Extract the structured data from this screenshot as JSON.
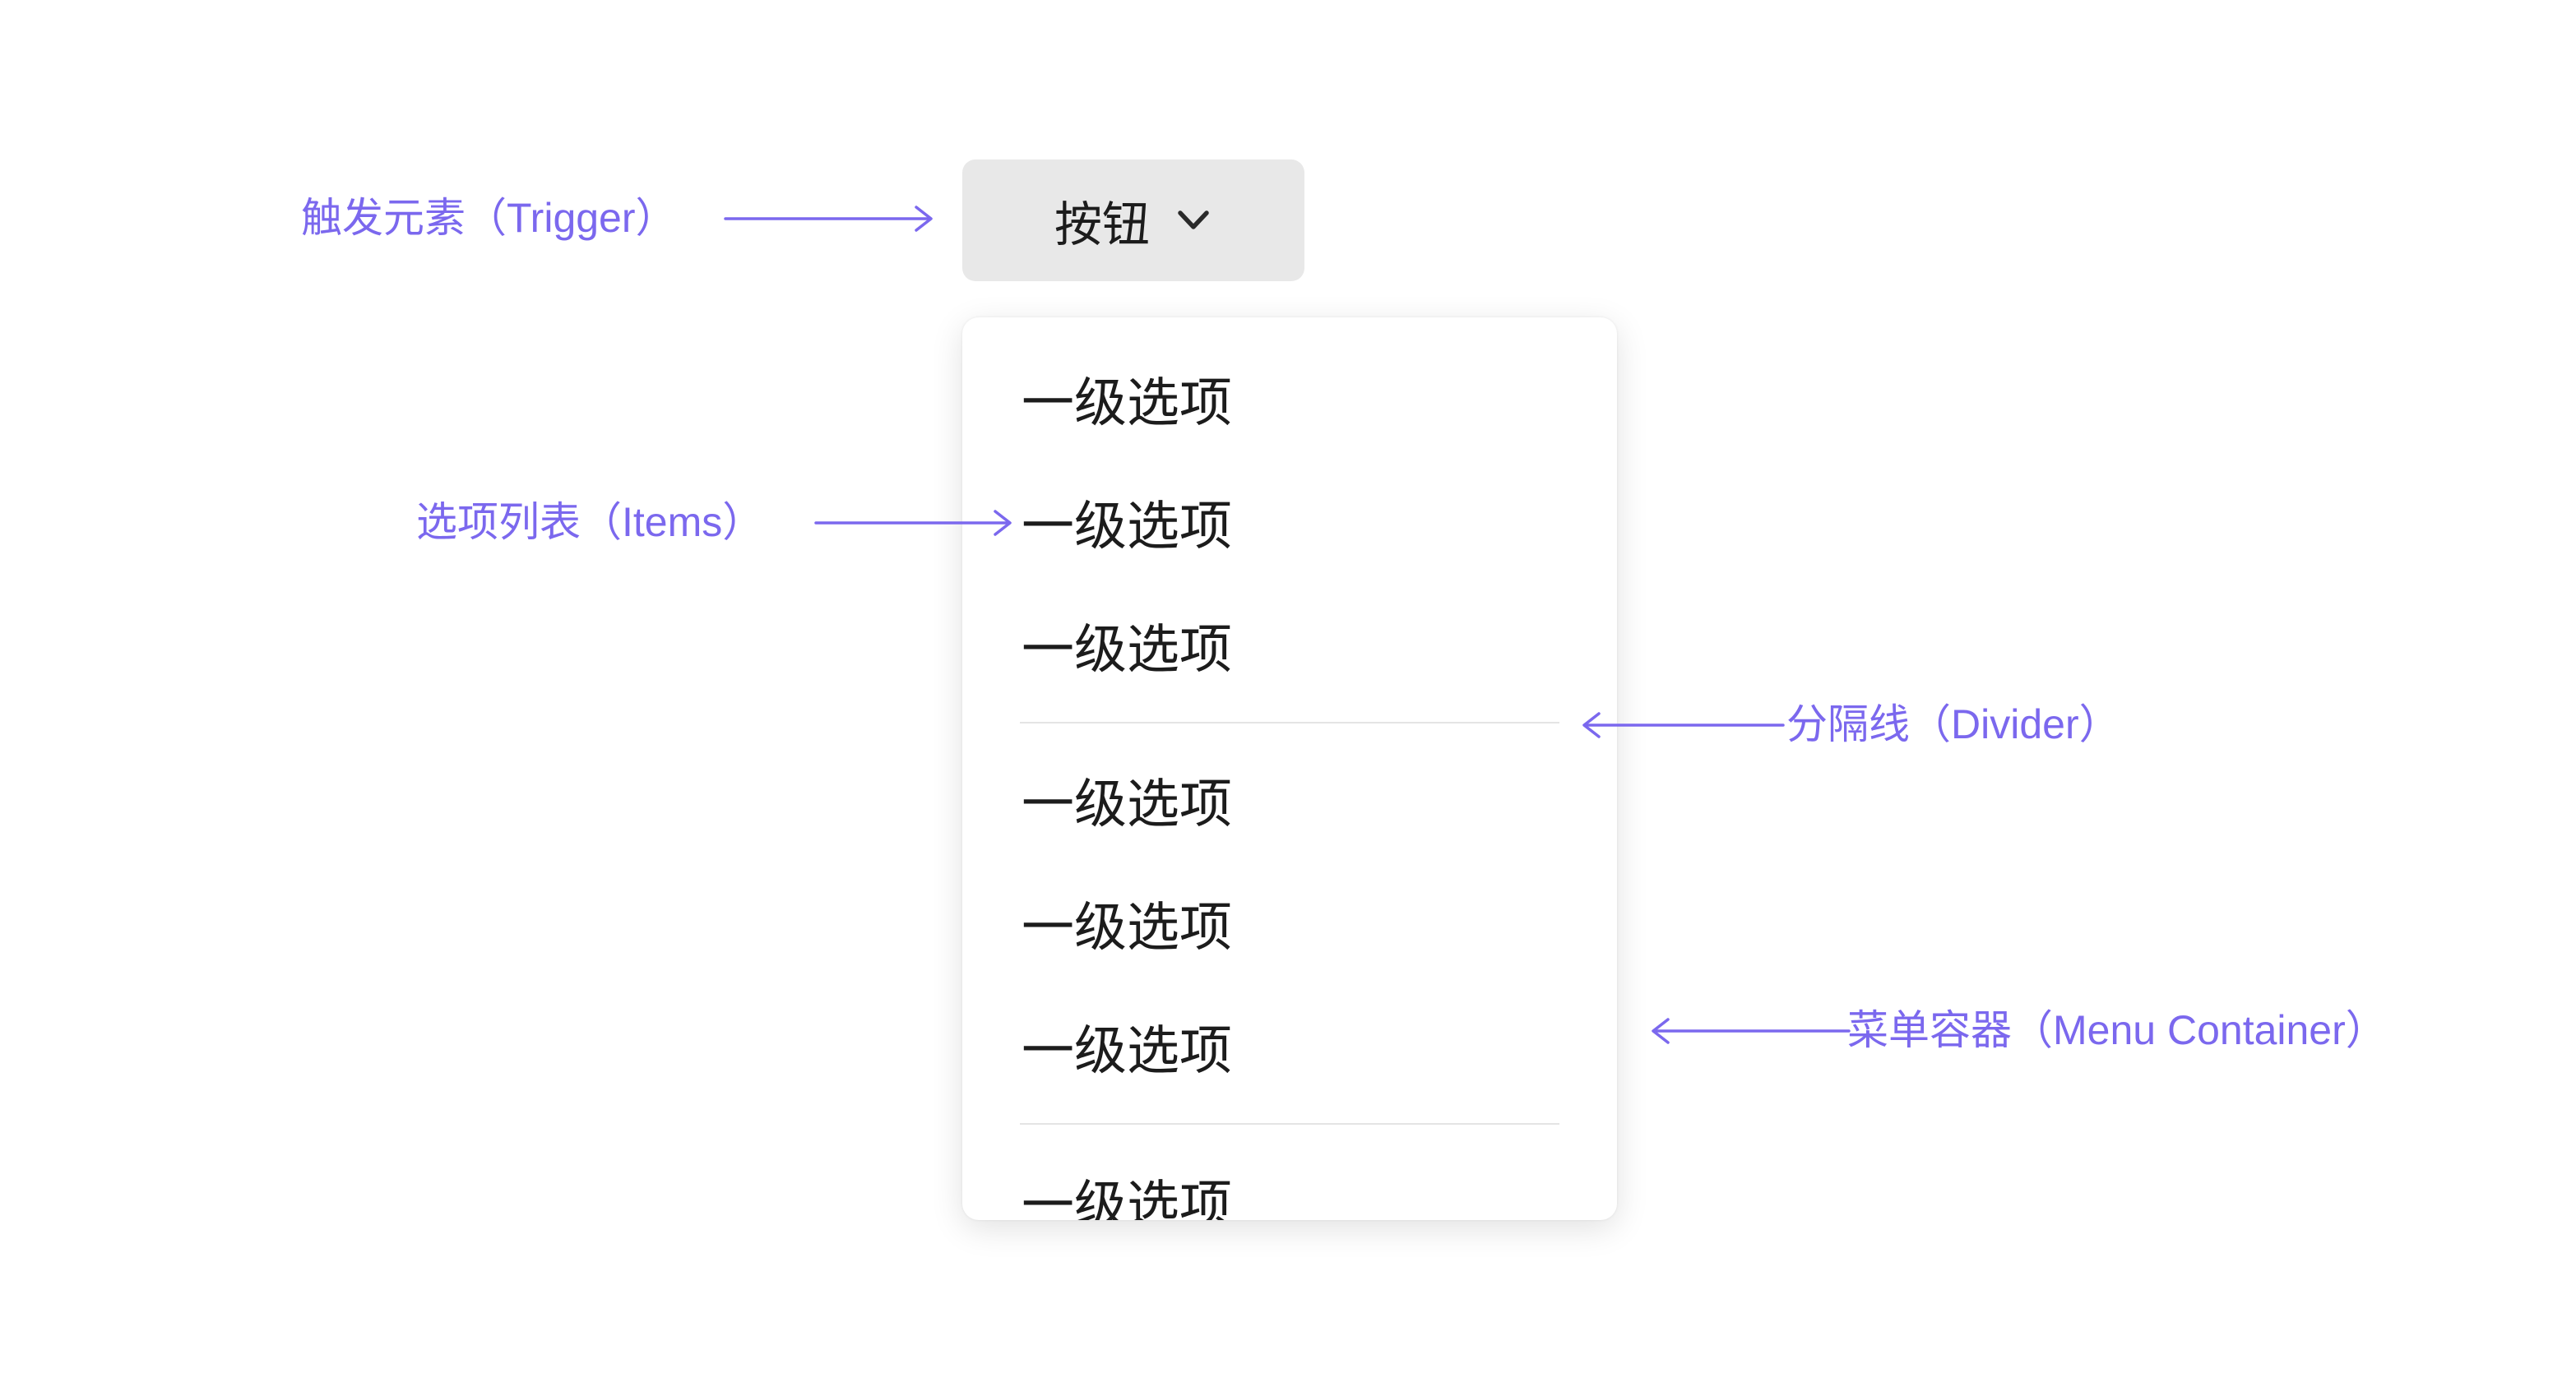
{
  "colors": {
    "accent": "#7b68ee",
    "trigger_background": "#e8e8e8",
    "menu_background": "#ffffff",
    "divider": "#e4e4e4",
    "text": "#1c1c1c"
  },
  "trigger": {
    "label": "按钮",
    "chevron_icon": "chevron-down-icon"
  },
  "menu": {
    "items": [
      {
        "label": "一级选项"
      },
      {
        "label": "一级选项"
      },
      {
        "label": "一级选项"
      },
      {
        "label": "一级选项"
      },
      {
        "label": "一级选项"
      },
      {
        "label": "一级选项"
      },
      {
        "label": "一级选项"
      }
    ],
    "divider_after_indexes": [
      2,
      5
    ]
  },
  "annotations": {
    "trigger_label": "触发元素（Trigger）",
    "items_label": "选项列表（Items）",
    "divider_label": "分隔线（Divider）",
    "container_label": "菜单容器（Menu Container）"
  }
}
